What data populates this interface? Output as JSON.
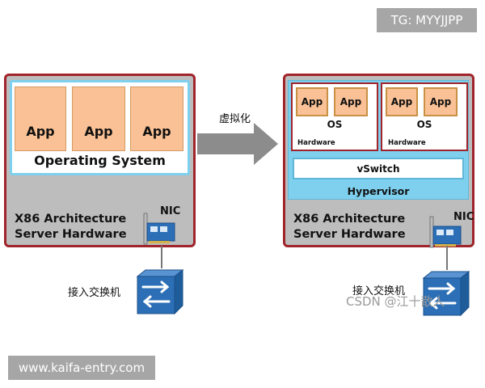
{
  "watermarks": {
    "top": "TG: MYYJJPP",
    "bottom": "www.kaifa-entry.com",
    "csdn": "CSDN @江十散人"
  },
  "arrow": {
    "label": "虚拟化"
  },
  "left_server": {
    "apps": [
      "App",
      "App",
      "App"
    ],
    "os_label": "Operating System",
    "hardware_line1": "X86 Architecture",
    "hardware_line2": "Server Hardware",
    "nic_label": "NIC",
    "switch_label": "接入交换机"
  },
  "right_server": {
    "vms": [
      {
        "apps": [
          "App",
          "App"
        ],
        "os_label": "OS",
        "hardware_label": "Hardware"
      },
      {
        "apps": [
          "App",
          "App"
        ],
        "os_label": "OS",
        "hardware_label": "Hardware"
      }
    ],
    "vswitch_label": "vSwitch",
    "hypervisor_label": "Hypervisor",
    "hardware_line1": "X86 Architecture",
    "hardware_line2": "Server Hardware",
    "nic_label": "NIC",
    "switch_label": "接入交换机"
  },
  "icons": {
    "nic": "nic-card-icon",
    "switch": "network-switch-icon",
    "arrow": "right-arrow-icon"
  },
  "colors": {
    "server_border": "#a0242a",
    "server_fill": "#bdbdbd",
    "app_fill": "#f9c195",
    "hypervisor_fill": "#7fd0ee",
    "switch_fill": "#2c6fb6"
  }
}
